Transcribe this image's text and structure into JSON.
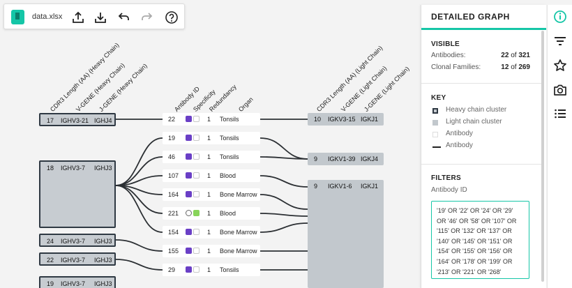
{
  "toolbar": {
    "filename": "data.xlsx",
    "buttons": [
      "upload-icon",
      "download-icon",
      "undo-icon",
      "redo-icon",
      "help-icon"
    ]
  },
  "columns": {
    "heavy": [
      "CDR3 Length (AA) (Heavy Chain)",
      "V-GENE (Heavy Chain)",
      "J-GENE (Heavy Chain)"
    ],
    "middle": [
      "Antibody ID",
      "Specificity",
      "Redundancy",
      "Organ"
    ],
    "light": [
      "CDR3 Length (AA) (Light Chain)",
      "V-GENE (Light Chain)",
      "J-GENE (Light Chain)"
    ]
  },
  "heavy_clusters": [
    {
      "cdr3": "17",
      "vgene": "IGHV3-21",
      "jgene": "IGHJ4"
    },
    {
      "cdr3": "18",
      "vgene": "IGHV3-7",
      "jgene": "IGHJ3"
    },
    {
      "cdr3": "24",
      "vgene": "IGHV3-7",
      "jgene": "IGHJ3"
    },
    {
      "cdr3": "22",
      "vgene": "IGHV3-7",
      "jgene": "IGHJ3"
    },
    {
      "cdr3": "19",
      "vgene": "IGHV3-7",
      "jgene": "IGHJ3"
    }
  ],
  "light_clusters": [
    {
      "cdr3": "10",
      "vgene": "IGKV3-15",
      "jgene": "IGKJ1"
    },
    {
      "cdr3": "9",
      "vgene": "IGKV1-39",
      "jgene": "IGKJ4"
    },
    {
      "cdr3": "9",
      "vgene": "IGKV1-6",
      "jgene": "IGKJ1"
    }
  ],
  "antibodies": [
    {
      "id": "22",
      "spec1": "purple",
      "spec2": "empty",
      "redundancy": "1",
      "organ": "Tonsils"
    },
    {
      "id": "19",
      "spec1": "purple",
      "spec2": "empty",
      "redundancy": "1",
      "organ": "Tonsils"
    },
    {
      "id": "46",
      "spec1": "purple",
      "spec2": "empty",
      "redundancy": "1",
      "organ": "Tonsils"
    },
    {
      "id": "107",
      "spec1": "purple",
      "spec2": "empty",
      "redundancy": "1",
      "organ": "Blood"
    },
    {
      "id": "164",
      "spec1": "purple",
      "spec2": "empty",
      "redundancy": "1",
      "organ": "Bone Marrow"
    },
    {
      "id": "221",
      "spec1": "empty",
      "spec2": "green",
      "redundancy": "1",
      "organ": "Blood"
    },
    {
      "id": "154",
      "spec1": "purple",
      "spec2": "empty",
      "redundancy": "1",
      "organ": "Bone Marrow"
    },
    {
      "id": "155",
      "spec1": "purple",
      "spec2": "empty",
      "redundancy": "1",
      "organ": "Bone Marrow"
    },
    {
      "id": "29",
      "spec1": "purple",
      "spec2": "empty",
      "redundancy": "1",
      "organ": "Tonsils"
    }
  ],
  "panel": {
    "title": "DETAILED GRAPH",
    "visible_title": "VISIBLE",
    "antibodies_label": "Antibodies:",
    "antibodies_shown": "22",
    "antibodies_of": "of",
    "antibodies_total": "321",
    "families_label": "Clonal Families:",
    "families_shown": "12",
    "families_of": "of",
    "families_total": "269",
    "key_title": "KEY",
    "key_items": [
      "Heavy chain cluster",
      "Light chain cluster",
      "Antibody",
      "Antibody"
    ],
    "filters_title": "FILTERS",
    "filter_field": "Antibody ID",
    "filter_value": "'19' OR '22' OR '24' OR '29' OR '46' OR '58' OR '107' OR '115' OR '132' OR '137' OR '140' OR '145' OR '151' OR '154' OR '155' OR '156' OR '164' OR '178' OR '199' OR '213' OR '221' OR '268'"
  },
  "rail": [
    "info-icon",
    "filter-icon",
    "star-icon",
    "camera-icon",
    "list-icon"
  ],
  "colors": {
    "accent": "#15c6a7",
    "purple": "#6a3fc6",
    "green": "#88d45a",
    "heavy_border": "#2f3943"
  }
}
